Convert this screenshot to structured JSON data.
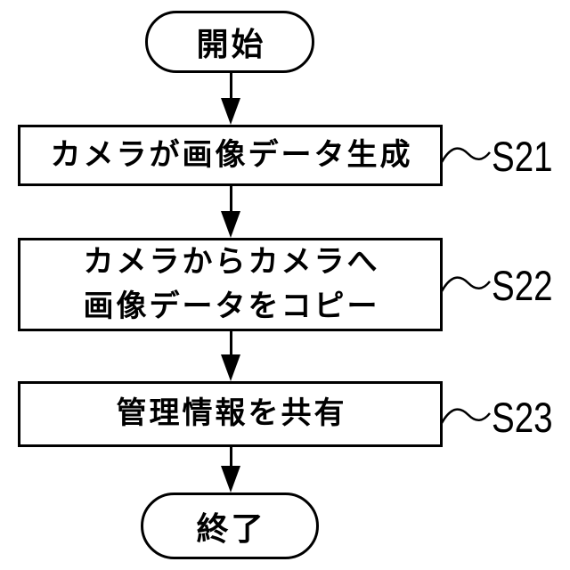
{
  "diagram": {
    "type": "flowchart",
    "start_label": "開始",
    "end_label": "終了",
    "steps": [
      {
        "id": "S21",
        "lines": [
          "カメラが画像データ生成"
        ]
      },
      {
        "id": "S22",
        "lines": [
          "カメラからカメラへ",
          "画像データをコピー"
        ]
      },
      {
        "id": "S23",
        "lines": [
          "管理情報を共有"
        ]
      }
    ],
    "colors": {
      "stroke": "#000000",
      "background": "#ffffff",
      "text": "#000000"
    }
  }
}
